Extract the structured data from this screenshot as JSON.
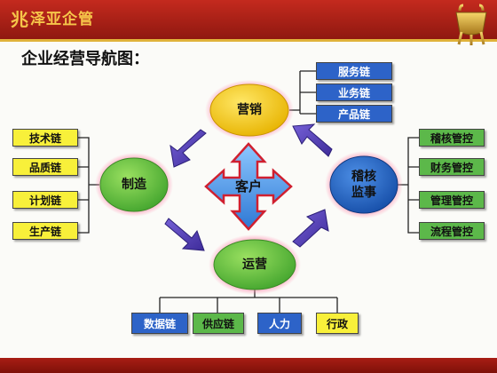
{
  "header": {
    "logo_glyph": "兆",
    "logo_text": "泽亚企管"
  },
  "title": "企业经营导航图：",
  "center": {
    "label": "客户"
  },
  "nodes": {
    "marketing": {
      "label": "营销",
      "color": "#f5c400"
    },
    "manufacturing": {
      "label": "制造",
      "color": "#6cbf3c"
    },
    "operations": {
      "label": "运营",
      "color": "#49b83a"
    },
    "audit": {
      "line1": "稽核",
      "line2": "监事",
      "color": "#1e5cb8"
    }
  },
  "marketing_items": [
    "服务链",
    "业务链",
    "产品链"
  ],
  "manufacturing_items": [
    "技术链",
    "品质链",
    "计划链",
    "生产链"
  ],
  "audit_items": [
    "稽核管控",
    "财务管控",
    "管理管控",
    "流程管控"
  ],
  "operations_items": [
    {
      "label": "数据链",
      "style": "blue"
    },
    {
      "label": "供应链",
      "style": "green"
    },
    {
      "label": "人力",
      "style": "blue"
    },
    {
      "label": "行政",
      "style": "yellow"
    }
  ],
  "colors": {
    "header": "#a81d14",
    "arrow": "#5840b8",
    "center_arrow": "#4a8fe0"
  }
}
